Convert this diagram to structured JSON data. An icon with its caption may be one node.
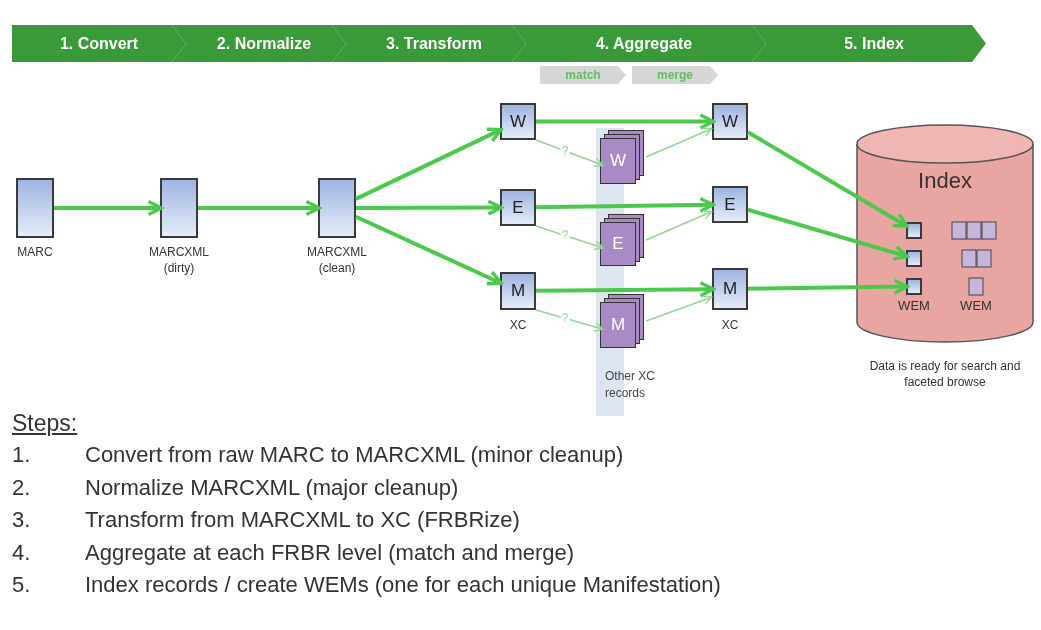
{
  "diagram": {
    "nodes": [
      {
        "text": [
          "1. Convert"
        ]
      },
      {
        "text": [
          "2. Normalize"
        ]
      },
      {
        "text": [
          "3. Transform"
        ]
      },
      {
        "text": [
          "4. Aggregate"
        ]
      },
      {
        "text": [
          "5. Index"
        ]
      },
      {
        "text": [
          "match"
        ]
      },
      {
        "text": [
          "merge"
        ]
      },
      {
        "text": [],
        "shape": "box",
        "beside": [
          "MARC"
        ]
      },
      {
        "text": [],
        "shape": "box",
        "beside": [
          "MARCXML (dirty)"
        ]
      },
      {
        "text": [],
        "shape": "box",
        "beside": [
          "MARCXML (clean)"
        ]
      },
      {
        "text": [
          "W"
        ]
      },
      {
        "text": [
          "E"
        ]
      },
      {
        "text": [
          "M"
        ],
        "beside": [
          "XC"
        ]
      },
      {
        "text": [
          "W"
        ]
      },
      {
        "text": [
          "E"
        ]
      },
      {
        "text": [
          "M"
        ]
      },
      {
        "text": [
          "W"
        ]
      },
      {
        "text": [
          "E"
        ]
      },
      {
        "text": [
          "M"
        ],
        "beside": [
          "XC"
        ]
      },
      {
        "text": [
          "Index",
          "WEM",
          "WEM"
        ],
        "beside": [
          "Data is ready for search and faceted browse"
        ]
      },
      {
        "text": [],
        "shape": "box",
        "in": 19
      },
      {
        "text": [],
        "shape": "box",
        "in": 19
      },
      {
        "text": [],
        "shape": "box",
        "in": 19
      }
    ],
    "edges": [
      {
        "from": 7,
        "to": 8,
        "arrow": "to"
      },
      {
        "from": 8,
        "to": 9,
        "arrow": "to"
      },
      {
        "from": 9,
        "to": 10,
        "arrow": "to"
      },
      {
        "from": 9,
        "to": 11,
        "arrow": "to"
      },
      {
        "from": 9,
        "to": 12,
        "arrow": "to"
      },
      {
        "from": 10,
        "to": 16,
        "arrow": "to"
      },
      {
        "from": 11,
        "to": 17,
        "arrow": "to"
      },
      {
        "from": 12,
        "to": 18,
        "arrow": "to"
      },
      {
        "from": 10,
        "to": 13,
        "arrow": "to",
        "label": "?",
        "color": "#8fd88f"
      },
      {
        "from": 11,
        "to": 14,
        "arrow": "to",
        "label": "?",
        "color": "#8fd88f"
      },
      {
        "from": 12,
        "to": 15,
        "arrow": "to",
        "label": "?",
        "color": "#8fd88f"
      },
      {
        "from": 13,
        "to": 16,
        "arrow": "to",
        "color": "#8fd88f"
      },
      {
        "from": 14,
        "to": 17,
        "arrow": "to",
        "color": "#8fd88f"
      },
      {
        "from": 15,
        "to": 18,
        "arrow": "to",
        "color": "#8fd88f"
      },
      {
        "from": 16,
        "to": 20,
        "arrow": "to"
      },
      {
        "from": 17,
        "to": 21,
        "arrow": "to"
      },
      {
        "from": 18,
        "to": 22,
        "arrow": "to"
      }
    ],
    "labels": [
      "Other XC records",
      "Steps:",
      "1.",
      "Convert from raw MARC to MARCXML (minor cleanup)",
      "2.",
      "Normalize MARCXML (major cleanup)",
      "3.",
      "Transform from MARCXML to XC (FRBRize)",
      "4.",
      "Aggregate at each FRBR level (match and merge)",
      "5.",
      "Index records / create WEMs (one for each unique Manifestation)"
    ]
  }
}
